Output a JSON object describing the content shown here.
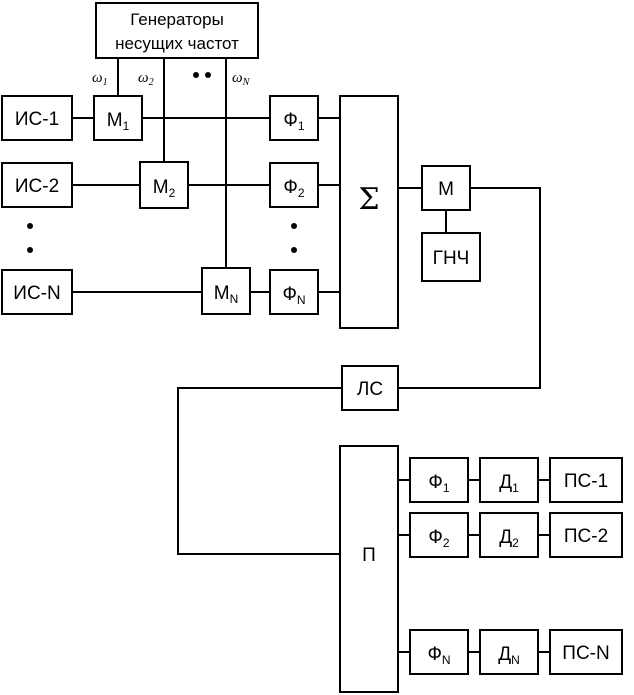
{
  "generator": {
    "line1": "Генераторы",
    "line2": "несущих частот"
  },
  "omegas": [
    {
      "base": "ω",
      "sub": "1"
    },
    {
      "base": "ω",
      "sub": "2"
    },
    {
      "base": "ω",
      "sub": "N"
    }
  ],
  "sources": [
    "ИС-1",
    "ИС-2",
    "ИС-N"
  ],
  "modulators": [
    {
      "base": "М",
      "sub": "1"
    },
    {
      "base": "М",
      "sub": "2"
    },
    {
      "base": "М",
      "sub": "N"
    }
  ],
  "tx_filters": [
    {
      "base": "Ф",
      "sub": "1"
    },
    {
      "base": "Ф",
      "sub": "2"
    },
    {
      "base": "Ф",
      "sub": "N"
    }
  ],
  "adder": "Σ",
  "group_modulator": "М",
  "low_freq_generator": "ГНЧ",
  "line": "ЛС",
  "receiver": "П",
  "rx_filters": [
    {
      "base": "Ф",
      "sub": "1"
    },
    {
      "base": "Ф",
      "sub": "2"
    },
    {
      "base": "Ф",
      "sub": "N"
    }
  ],
  "demodulators": [
    {
      "base": "Д",
      "sub": "1"
    },
    {
      "base": "Д",
      "sub": "2"
    },
    {
      "base": "Д",
      "sub": "N"
    }
  ],
  "receivers_out": [
    "ПС-1",
    "ПС-2",
    "ПС-N"
  ]
}
